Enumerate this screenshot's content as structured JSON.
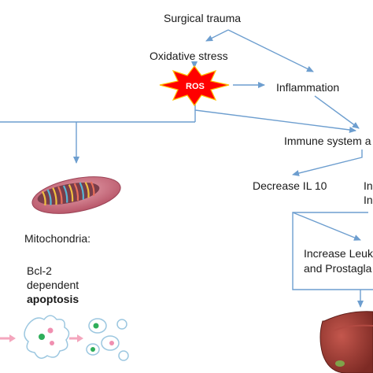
{
  "diagram": {
    "surgical_trauma": "Surgical trauma",
    "oxidative_stress": "Oxidative stress",
    "ros": "ROS",
    "inflammation": "Inflammation",
    "immune_system": "Immune system a",
    "decrease_il10": "Decrease IL 10",
    "increase_clip_1": "In",
    "increase_clip_2": "In",
    "mitochondria": "Mitochondria:",
    "bcl2": "Bcl-2",
    "dependent": "dependent",
    "apoptosis": "apoptosis",
    "increase_leuk": "Increase Leuk",
    "prostagla": "and Prostagla"
  },
  "colors": {
    "arrow": "#6d9ecf",
    "burst_fill": "#ff0000",
    "burst_stroke": "#ffbf00",
    "mitochondria_outer": "#c96b7c",
    "liver": "#9c3b33",
    "cell_pink": "#f08fb0",
    "cell_green": "#2fae5a"
  }
}
